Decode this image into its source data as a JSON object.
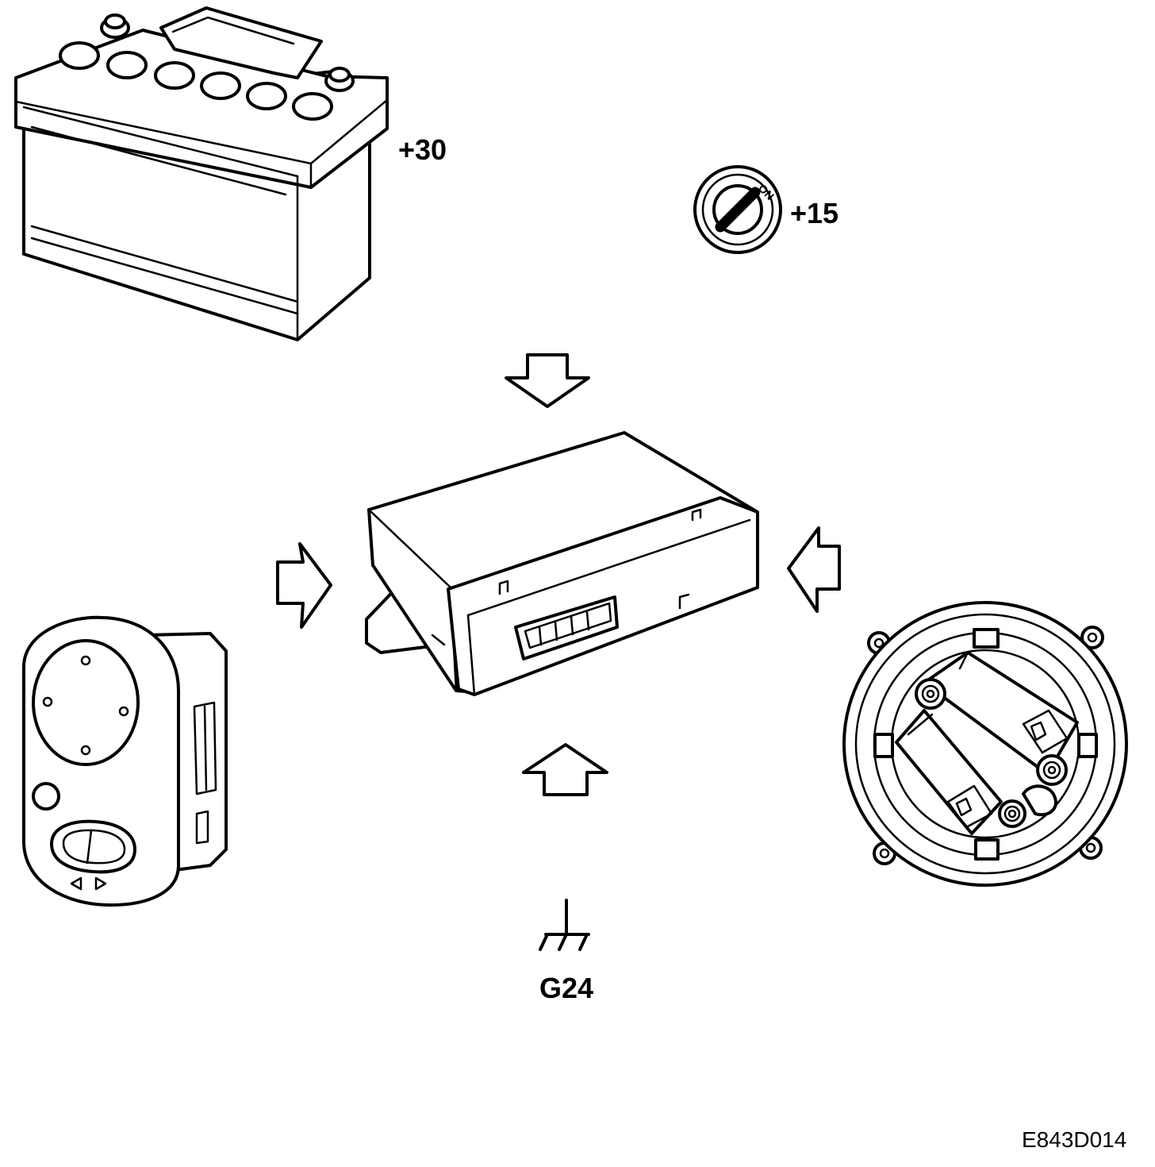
{
  "labels": {
    "battery_terminal": "+30",
    "ignition_terminal": "+15",
    "ignition_key_marking": "ON",
    "ground_point": "G24",
    "figure_code": "E843D014"
  },
  "colors": {
    "line": "#000000",
    "background": "#ffffff"
  },
  "components": [
    {
      "id": "battery",
      "icon": "car-battery-icon"
    },
    {
      "id": "ignition_switch",
      "icon": "ignition-key-icon"
    },
    {
      "id": "control_module",
      "icon": "ecu-module-icon"
    },
    {
      "id": "mirror_switch",
      "icon": "mirror-adjust-switch-icon"
    },
    {
      "id": "mirror_motor",
      "icon": "mirror-motor-icon"
    },
    {
      "id": "ground",
      "icon": "ground-symbol-icon"
    }
  ]
}
